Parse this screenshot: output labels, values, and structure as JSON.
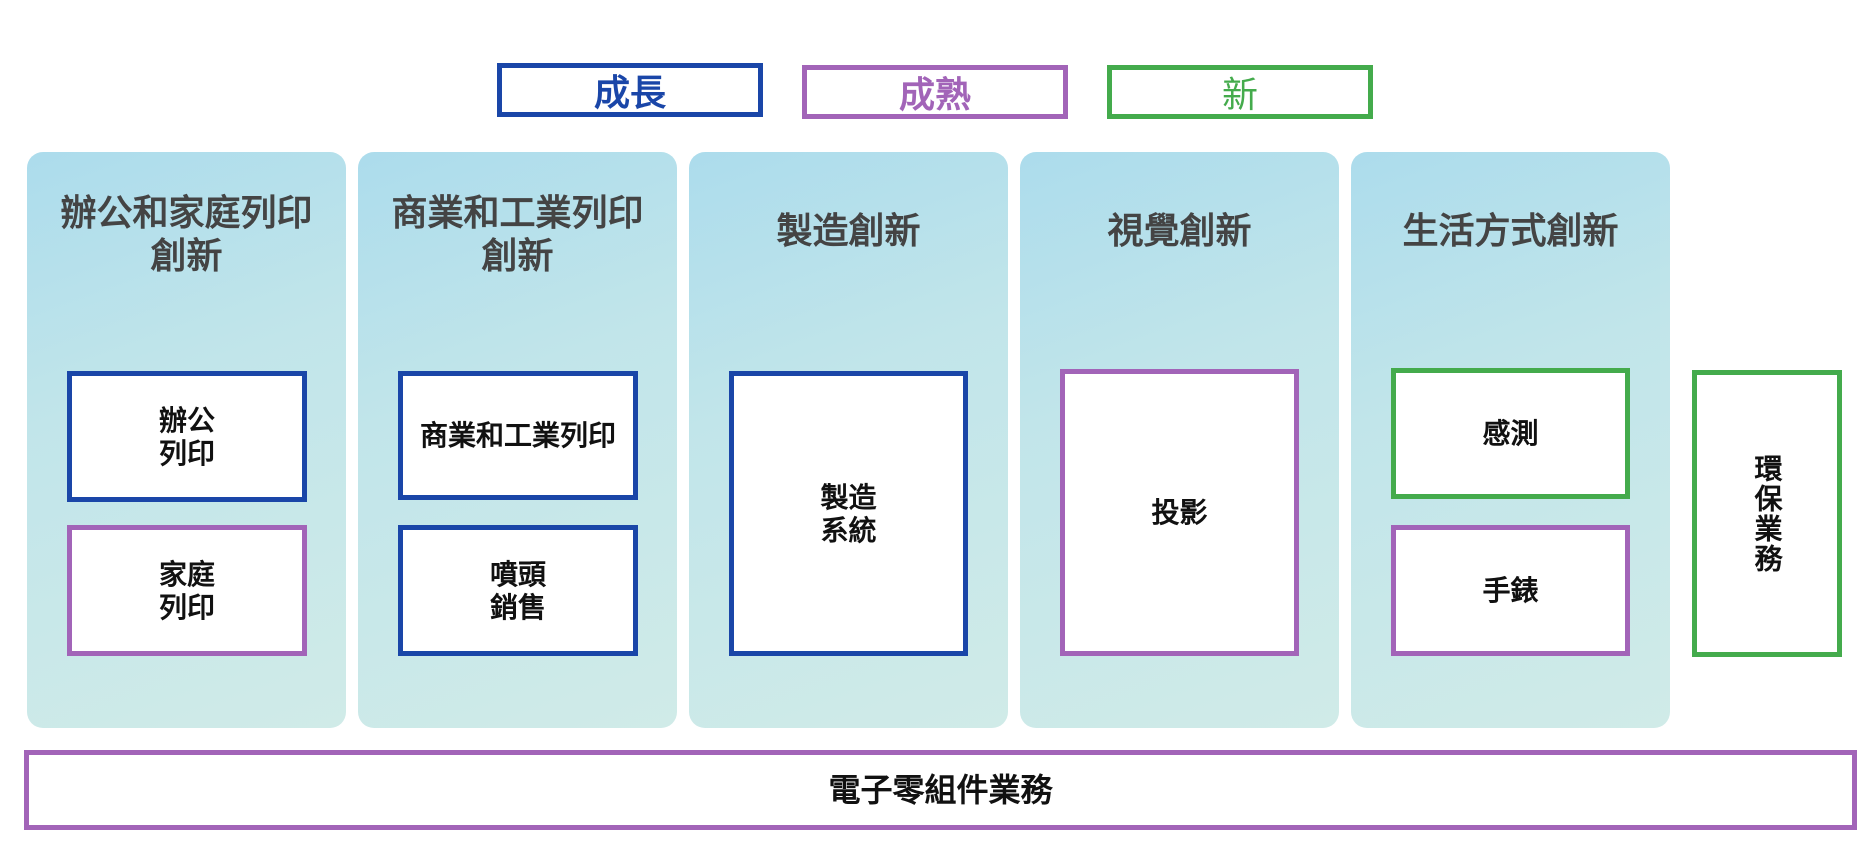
{
  "colors": {
    "growth": "#1a46a8",
    "mature": "#a264b8",
    "new": "#44ab4c",
    "column_title": "#444444"
  },
  "legend": [
    {
      "label": "成長",
      "status": "growth"
    },
    {
      "label": "成熟",
      "status": "mature"
    },
    {
      "label": "新",
      "status": "new"
    }
  ],
  "columns": [
    {
      "title": "辦公和家庭列印\n創新"
    },
    {
      "title": "商業和工業列印\n創新"
    },
    {
      "title": "製造創新"
    },
    {
      "title": "視覺創新"
    },
    {
      "title": "生活方式創新"
    }
  ],
  "segments": {
    "office_printing": {
      "label": "辦公\n列印",
      "status": "growth"
    },
    "home_printing": {
      "label": "家庭\n列印",
      "status": "mature"
    },
    "commercial_printing": {
      "label": "商業和工業列印",
      "status": "growth"
    },
    "printhead_sales": {
      "label": "噴頭\n銷售",
      "status": "growth"
    },
    "manufacturing_systems": {
      "label": "製造\n系統",
      "status": "growth"
    },
    "projection": {
      "label": "投影",
      "status": "mature"
    },
    "sensing": {
      "label": "感測",
      "status": "new"
    },
    "watches": {
      "label": "手錶",
      "status": "mature"
    },
    "environmental_business": {
      "label": "環保業務",
      "status": "new"
    },
    "electronic_components": {
      "label": "電子零組件業務",
      "status": "mature"
    }
  }
}
